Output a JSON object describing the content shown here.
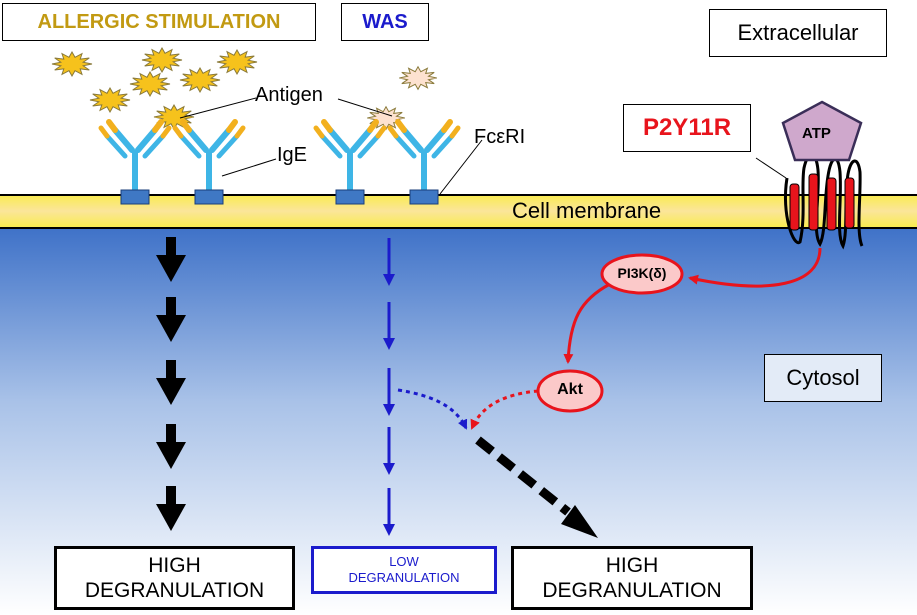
{
  "headers": {
    "allergic": "ALLERGIC STIMULATION",
    "was": "WAS",
    "extracellular": "Extracellular",
    "cytosol": "Cytosol",
    "receptor": "P2Y11R"
  },
  "labels": {
    "antigen": "Antigen",
    "ige": "IgE",
    "fceri": "FcεRI",
    "membrane": "Cell membrane",
    "atp": "ATP",
    "pi3k": "PI3K(δ)",
    "akt": "Akt"
  },
  "outcomes": {
    "left_line1": "HIGH",
    "left_line2": "DEGRANULATION",
    "middle_line1": "LOW",
    "middle_line2": "DEGRANULATION",
    "right_line1": "HIGH",
    "right_line2": "DEGRANULATION"
  },
  "colors": {
    "allergic": "#c29a12",
    "was": "#1b1bcc",
    "receptor": "#e8141c",
    "membrane": "#f6ec6a",
    "cytosol_top": "#3f72c8",
    "cytosol_bottom": "#ffffff",
    "antibody_blue": "#3eb5e6",
    "antibody_yellow": "#f2b01e",
    "node_fill": "#fbc9c9"
  }
}
